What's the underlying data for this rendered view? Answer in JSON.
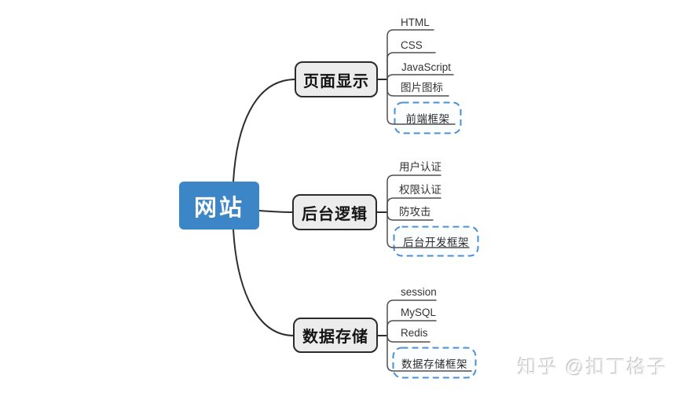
{
  "root": {
    "label": "网站"
  },
  "branches": [
    {
      "label": "页面显示",
      "children": [
        {
          "label": "HTML"
        },
        {
          "label": "CSS"
        },
        {
          "label": "JavaScript"
        },
        {
          "label": "图片图标"
        },
        {
          "label": "前端框架",
          "framed": true
        }
      ]
    },
    {
      "label": "后台逻辑",
      "children": [
        {
          "label": "用户认证"
        },
        {
          "label": "权限认证"
        },
        {
          "label": "防攻击"
        },
        {
          "label": "后台开发框架",
          "framed": true
        }
      ]
    },
    {
      "label": "数据存储",
      "children": [
        {
          "label": "session"
        },
        {
          "label": "MySQL"
        },
        {
          "label": "Redis"
        },
        {
          "label": "数据存储框架",
          "framed": true
        }
      ]
    }
  ],
  "watermark": "知乎 @扣丁格子",
  "colors": {
    "root_fill": "#3C86C8",
    "root_text": "#FFFFFF",
    "branch_fill": "#ECECEC",
    "branch_border": "#2B2B2B",
    "frame_border": "#4A90D6",
    "frame_fill": "#FBFDFF",
    "edge_line": "#2E2E2E",
    "child_line": "#4F4F4F",
    "label_text": "#333333"
  }
}
